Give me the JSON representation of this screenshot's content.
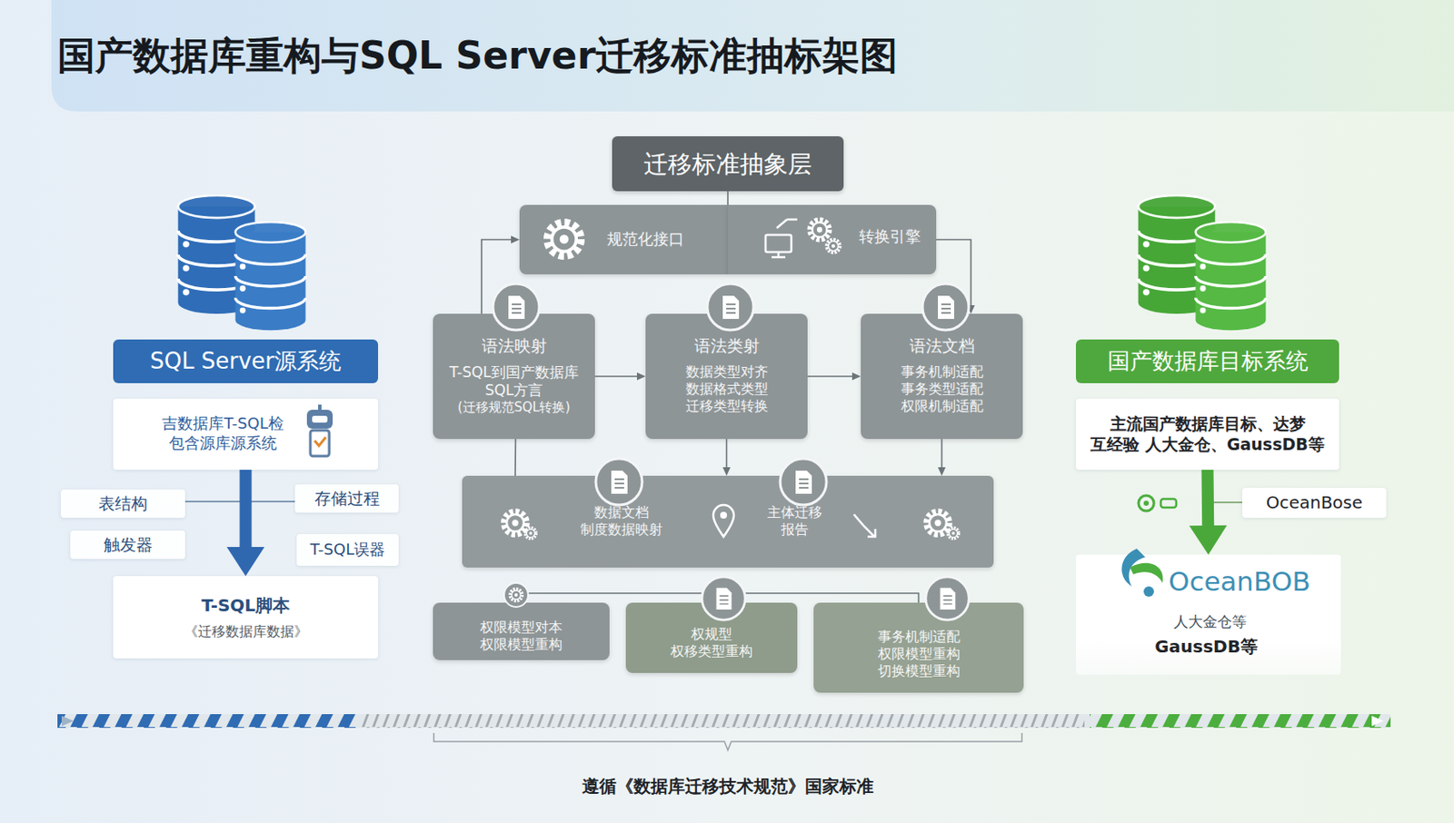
{
  "diagram": {
    "title": "国产数据库重构与SQL Server迁移标准抽标架图",
    "caption": "遵循《数据库迁移技术规范》国家标准",
    "nodes": [
      {
        "text": [
          "SQL Server源系统"
        ]
      },
      {
        "text": [
          "吉数据库T-SQL检 包含源库源系统"
        ]
      },
      {
        "text": [
          "表结构"
        ]
      },
      {
        "text": [
          "触发器"
        ]
      },
      {
        "text": [
          "存储过程"
        ]
      },
      {
        "text": [
          "T-SQL误器"
        ]
      },
      {
        "text": [
          "T-SQL脚本",
          "《迁移数据库数据》"
        ]
      },
      {
        "text": [
          "迁移标准抽象层"
        ]
      },
      {
        "text": [
          "规范化接口"
        ]
      },
      {
        "text": [
          "转换引擎"
        ]
      },
      {
        "text": [
          "语法映射",
          "T-SQL到国产数据库SQL方言",
          "(迁移规范SQL转换)"
        ]
      },
      {
        "text": [
          "语法类射",
          "数据类型对齐 数据格式类型 迁移类型转换"
        ]
      },
      {
        "text": [
          "语法文档",
          "事务机制适配 事务类型适配 权限机制适配"
        ]
      },
      {
        "text": [
          "数据文档 制度数据映射",
          "主体迁移 报告"
        ]
      },
      {
        "text": [
          "权限模型对本 权限模型重构"
        ]
      },
      {
        "text": [
          "权规型 权移类型重构"
        ]
      },
      {
        "text": [
          "事务机制适配 权限模型重构 切换模型重构"
        ]
      },
      {
        "text": [
          "国产数据库目标系统"
        ]
      },
      {
        "text": [
          "主流国产数据库目标、达梦 互经验 人大金仓、GaussDB等"
        ]
      },
      {
        "text": [
          "OceanBose"
        ]
      },
      {
        "text": [
          "OceanBOB",
          "人大金仓等",
          "GaussDB等"
        ]
      }
    ],
    "edges": [
      {
        "from": 1,
        "to": 6,
        "arrow": "to"
      },
      {
        "from": 7,
        "to": 8,
        "arrow": "none"
      },
      {
        "from": 10,
        "to": 8,
        "arrow": "to"
      },
      {
        "from": 9,
        "to": 12,
        "arrow": "to"
      },
      {
        "from": 10,
        "to": 11,
        "arrow": "to"
      },
      {
        "from": 11,
        "to": 12,
        "arrow": "to"
      },
      {
        "from": 10,
        "to": 13,
        "arrow": "none"
      },
      {
        "from": 11,
        "to": 13,
        "arrow": "to"
      },
      {
        "from": 12,
        "to": 13,
        "arrow": "to"
      },
      {
        "from": 14,
        "to": 15,
        "arrow": "none"
      },
      {
        "from": 15,
        "to": 16,
        "arrow": "none"
      },
      {
        "from": 18,
        "to": 20,
        "arrow": "to"
      }
    ]
  }
}
